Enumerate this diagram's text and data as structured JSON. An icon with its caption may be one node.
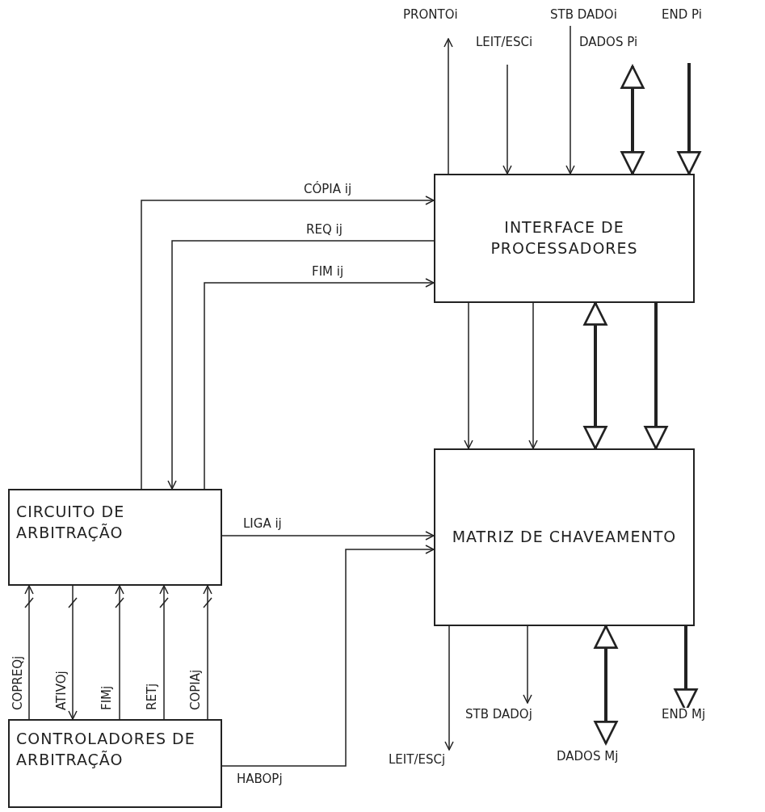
{
  "diagram": {
    "nodes": [
      {
        "text": [
          "INTERFACE DE PROCESSADORES"
        ]
      },
      {
        "text": [
          "MATRIZ DE CHAVEAMENTO"
        ]
      },
      {
        "text": [
          "CIRCUITO DE ARBITRAÇÃO"
        ]
      },
      {
        "text": [
          "CONTROLADORES DE ARBITRAÇÃO"
        ]
      }
    ],
    "edges": [
      {
        "from": 0,
        "to": null,
        "arrow": "to",
        "label": "PRONTOi"
      },
      {
        "from": null,
        "to": 0,
        "arrow": "to",
        "label": "LEIT/ESCi"
      },
      {
        "from": null,
        "to": 0,
        "arrow": "to",
        "label": "STB DADOi"
      },
      {
        "from": null,
        "to": 0,
        "arrow": "both",
        "label": "DADOS Pi",
        "style": "thick"
      },
      {
        "from": null,
        "to": 0,
        "arrow": "to",
        "label": "END Pi",
        "style": "thick"
      },
      {
        "from": 2,
        "to": 0,
        "arrow": "to",
        "label": "CÓPIA ij"
      },
      {
        "from": 0,
        "to": 2,
        "arrow": "to",
        "label": "REQ ij"
      },
      {
        "from": 2,
        "to": 0,
        "arrow": "to",
        "label": "FIM ij"
      },
      {
        "from": 0,
        "to": 1,
        "arrow": "to"
      },
      {
        "from": 0,
        "to": 1,
        "arrow": "to"
      },
      {
        "from": 0,
        "to": 1,
        "arrow": "both",
        "style": "thick"
      },
      {
        "from": 0,
        "to": 1,
        "arrow": "to",
        "style": "thick"
      },
      {
        "from": 2,
        "to": 1,
        "arrow": "to",
        "label": "LIGA ij"
      },
      {
        "from": 3,
        "to": 1,
        "arrow": "to",
        "label": "HABOPj"
      },
      {
        "from": 1,
        "to": null,
        "arrow": "to",
        "label": "LEIT/ESCj"
      },
      {
        "from": 1,
        "to": null,
        "arrow": "to",
        "label": "STB DADOj"
      },
      {
        "from": null,
        "to": 1,
        "arrow": "both",
        "label": "DADOS Mj",
        "style": "thick"
      },
      {
        "from": 1,
        "to": null,
        "arrow": "to",
        "label": "END Mj",
        "style": "thick"
      },
      {
        "from": 3,
        "to": 2,
        "arrow": "to",
        "label": "COPREQj"
      },
      {
        "from": 2,
        "to": 3,
        "arrow": "to",
        "label": "ATIVOj"
      },
      {
        "from": 3,
        "to": 2,
        "arrow": "to",
        "label": "FIMj"
      },
      {
        "from": 3,
        "to": 2,
        "arrow": "to",
        "label": "RETj"
      },
      {
        "from": 3,
        "to": 2,
        "arrow": "to",
        "label": "COPIAj"
      }
    ]
  }
}
